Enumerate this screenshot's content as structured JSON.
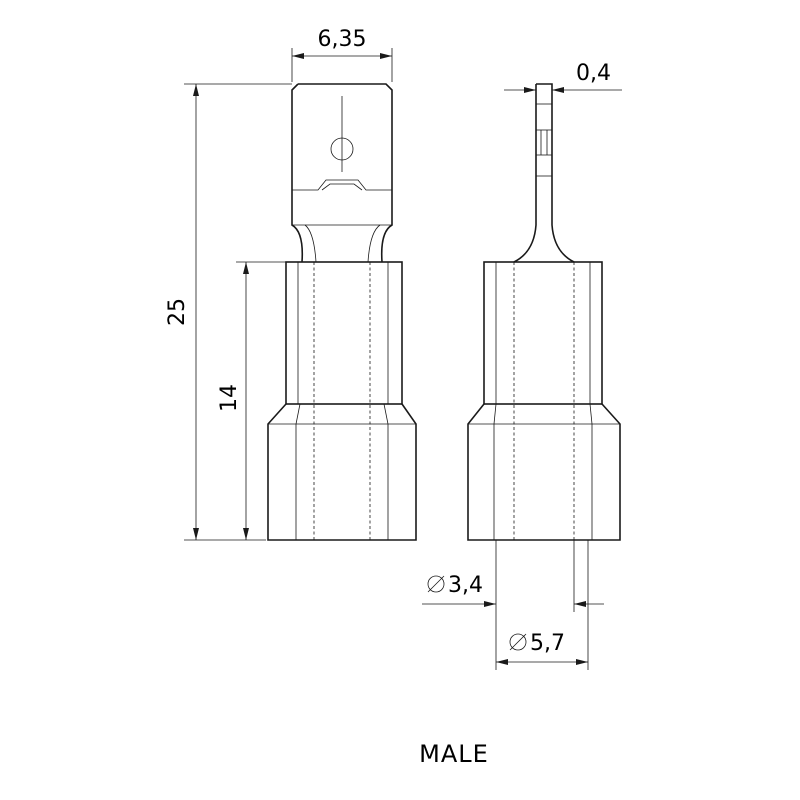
{
  "title": "MALE",
  "dimensions": {
    "tab_width": "6,35",
    "tab_thickness": "0,4",
    "total_length": "25",
    "sleeve_length": "14",
    "inner_diameter": "3,4",
    "outer_diameter": "5,7"
  },
  "symbols": {
    "diameter": "diameter-symbol"
  }
}
